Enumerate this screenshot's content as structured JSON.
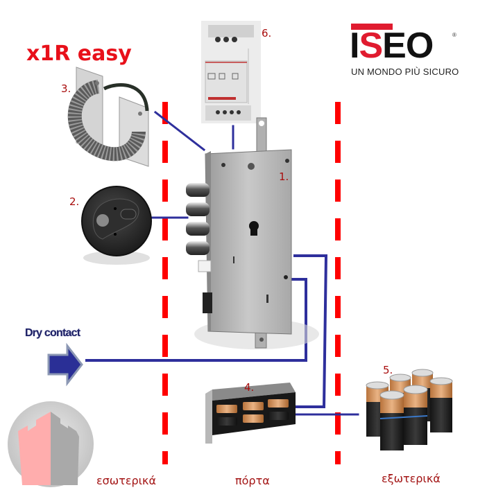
{
  "title": "x1R easy",
  "brand": {
    "name_part1": "I",
    "name_part2": "S",
    "name_part3": "EO",
    "registered": "®",
    "tagline": "UN MONDO PIÙ SICURO",
    "colors": {
      "red": "#e01b2f",
      "black": "#111111"
    }
  },
  "components": [
    {
      "number": "1.",
      "name": "motorized-lock"
    },
    {
      "number": "2.",
      "name": "remote-reader"
    },
    {
      "number": "3.",
      "name": "cable-transfer-spring"
    },
    {
      "number": "4.",
      "name": "battery-pack-holder"
    },
    {
      "number": "5.",
      "name": "external-batteries"
    },
    {
      "number": "6.",
      "name": "din-rail-power-supply"
    }
  ],
  "dry_contact_label": "Dry contact",
  "zones": {
    "inside": "εσωτερικά",
    "door": "πόρτα",
    "outside": "εξωτερικά"
  },
  "colors": {
    "title_red": "#e8101a",
    "number_red": "#a80c0c",
    "zone_label": "#a31414",
    "divider_red": "#ff0000",
    "wire_blue": "#2e2f9c",
    "arrow_blue": "#2a2f96"
  }
}
